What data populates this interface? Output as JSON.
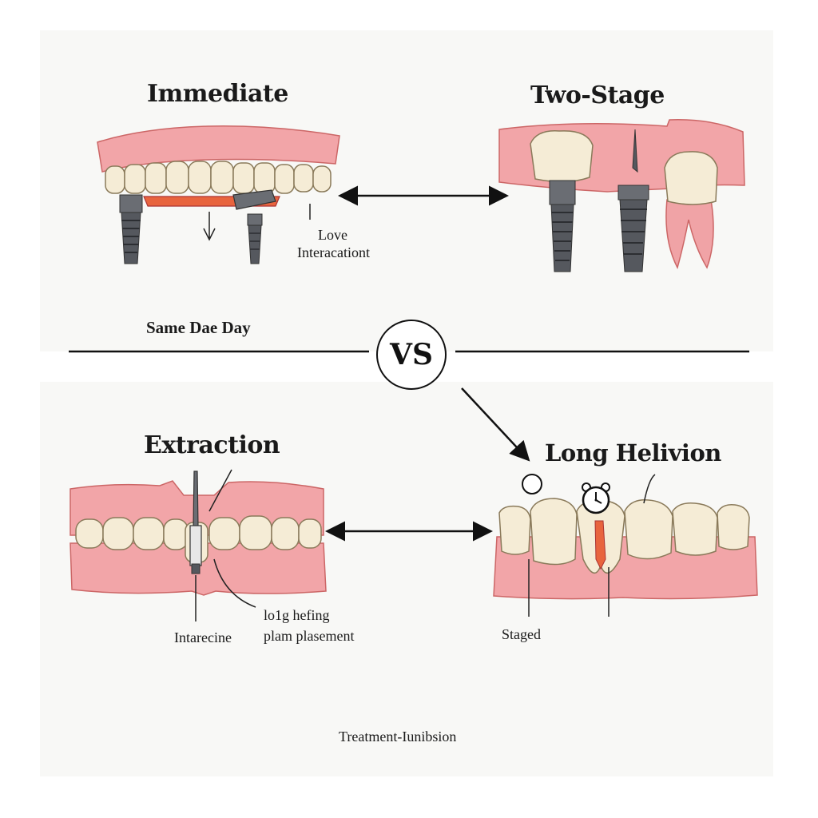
{
  "sections": {
    "immediate": {
      "title": "Immediate",
      "note_line1": "Love",
      "note_line2": "Interacationt",
      "caption": "Same Dae Day"
    },
    "two_stage": {
      "title": "Two-Stage"
    },
    "extraction": {
      "title": "Extraction",
      "note_left": "Intarecine",
      "note_right_line1": "lo1g hefing",
      "note_right_line2": "plam plasement"
    },
    "long_healing": {
      "title": "Long Helivion",
      "note": "Staged"
    }
  },
  "divider": {
    "label": "VS"
  },
  "footer": {
    "caption": "Treatment-Iunibsion"
  },
  "colors": {
    "gum": "#f2a5a8",
    "gum_dark": "#e68a90",
    "tooth": "#f5ecd6",
    "implant": "#5a5d63",
    "accent": "#e8643e",
    "line": "#111111"
  }
}
